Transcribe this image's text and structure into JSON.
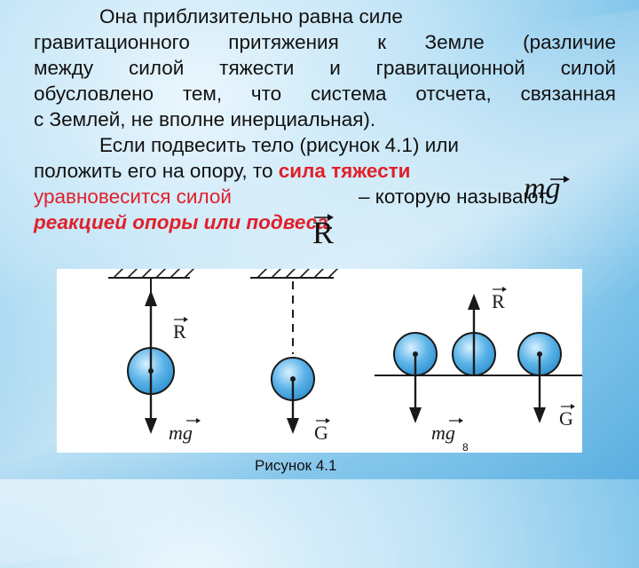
{
  "paragraph1": {
    "line1": "Она приблизительно равна силе",
    "line2": "гравитационного притяжения к Земле (различие",
    "line3": "между силой тяжести и гравитационной силой",
    "line4": "обусловлено тем, что система отсчета, связанная",
    "line5": "с Землей, не вполне инерциальная)."
  },
  "paragraph2": {
    "line1": "Если подвесить тело (рисунок 4.1) или",
    "line2_start": "положить его на опору, то ",
    "line2_red": "сила тяжести",
    "mg_symbol": "mg",
    "line3_red": "уравновесится силой",
    "R_symbol": "R",
    "line3_rest": "– которую называют",
    "line4_bold_italic": "реакцией опоры или подвеса",
    "line4_end": "."
  },
  "figure": {
    "labels": {
      "R": "R",
      "mg": "mg",
      "G": "G"
    },
    "colors": {
      "ball_fill": "#5bb4e8",
      "ball_stroke": "#1a1a1a",
      "line": "#1a1a1a"
    }
  },
  "page_number": "8",
  "caption": "Рисунок 4.1"
}
